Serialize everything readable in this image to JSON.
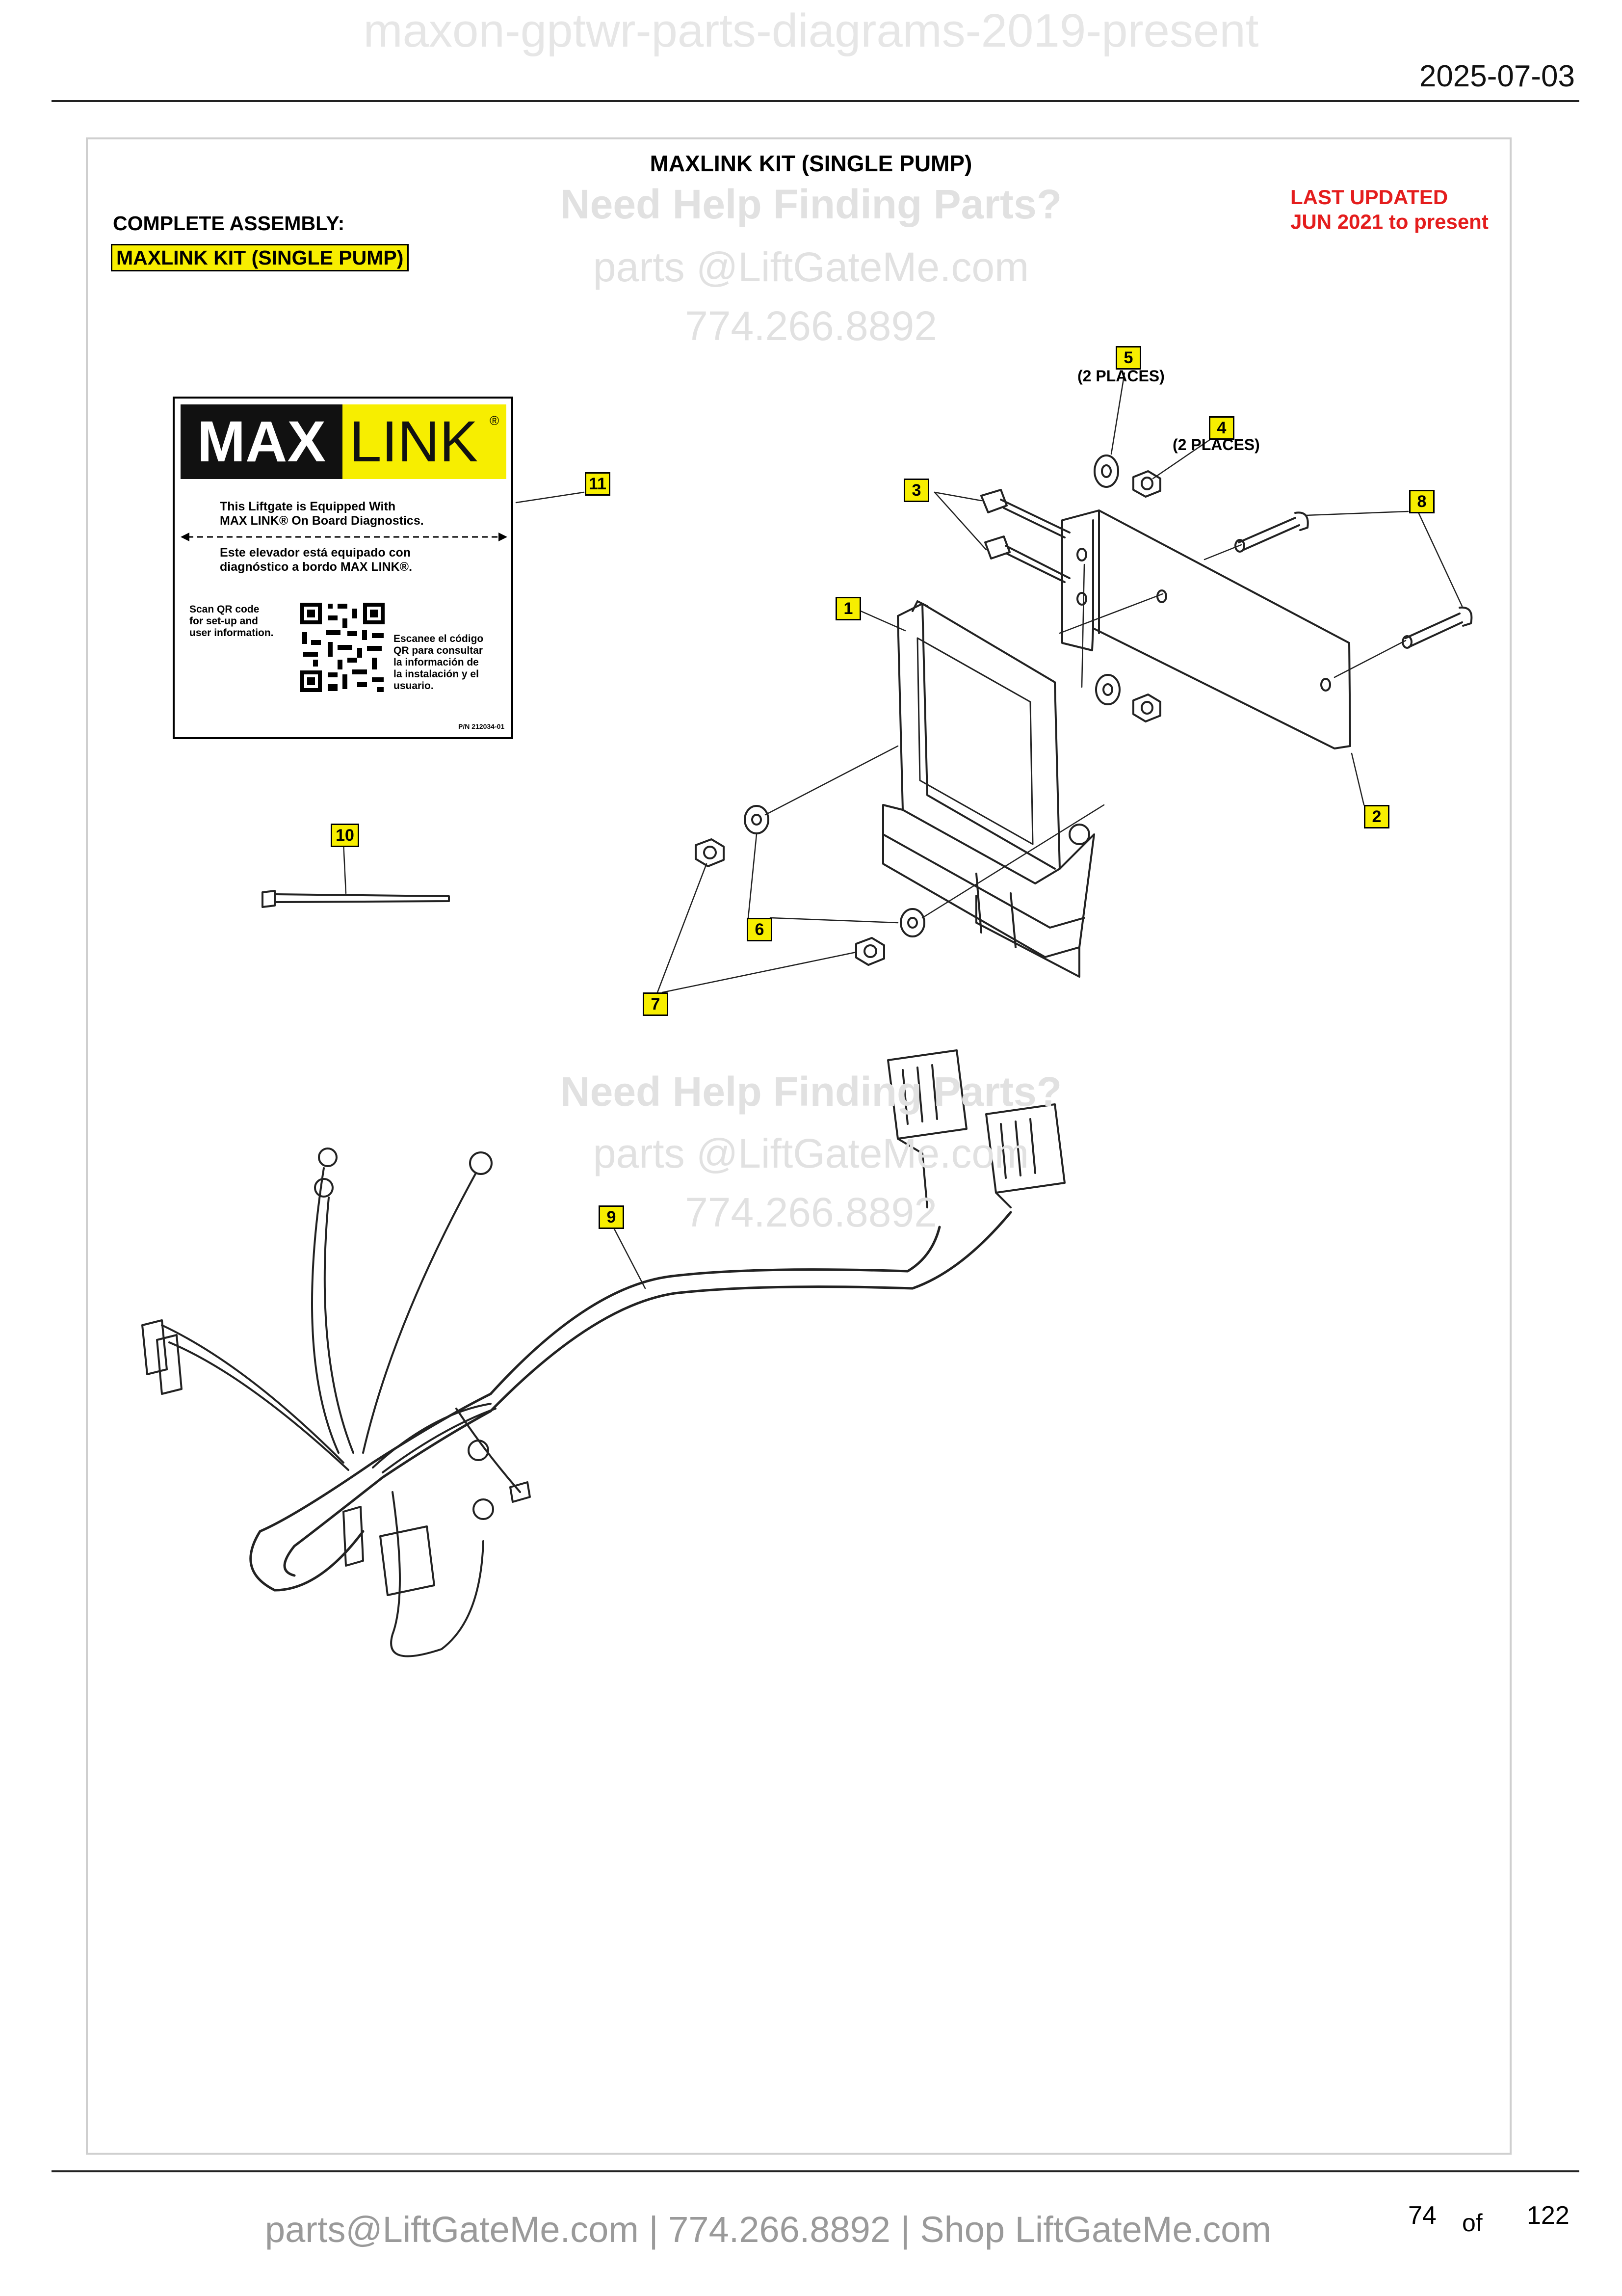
{
  "watermark": "maxon-gptwr-parts-diagrams-2019-present",
  "date": "2025-07-03",
  "diagram": {
    "title": "MAXLINK KIT (SINGLE PUMP)",
    "assembly_label": "COMPLETE ASSEMBLY:",
    "assembly_name": "MAXLINK KIT (SINGLE PUMP)",
    "last_updated_1": "LAST UPDATED",
    "last_updated_2": "JUN 2021 to present"
  },
  "help_overlay": {
    "line1": "Need Help Finding Parts?",
    "line2": "parts @LiftGateMe.com",
    "line3": "774.266.8892"
  },
  "callouts": {
    "c1": "1",
    "c2": "2",
    "c3": "3",
    "c4": "4",
    "c5": "5",
    "c6": "6",
    "c7": "7",
    "c8": "8",
    "c9": "9",
    "c10": "10",
    "c11": "11"
  },
  "places": {
    "p5": "(2 PLACES)",
    "p4": "(2 PLACES)"
  },
  "label_card": {
    "logo_max": "MAX",
    "logo_link": "LINK",
    "logo_reg": "®",
    "en_line1": "This Liftgate is Equipped With",
    "en_line2": "MAX LINK® On Board Diagnostics.",
    "es_line1": "Este elevador está equipado con",
    "es_line2": "diagnóstico a bordo MAX LINK®.",
    "scan_1": "Scan QR code",
    "scan_2": "for set-up and",
    "scan_3": "user information.",
    "es_scan_1": "Escanee el código",
    "es_scan_2": "QR para consultar",
    "es_scan_3": "la información de",
    "es_scan_4": "la instalación y el",
    "es_scan_5": "usuario.",
    "pn": "P/N 212034-01"
  },
  "footer": {
    "contact": "parts@LiftGateMe.com | 774.266.8892 | Shop LiftGateMe.com",
    "page_current": "74",
    "page_of": "of",
    "page_total": "122"
  }
}
